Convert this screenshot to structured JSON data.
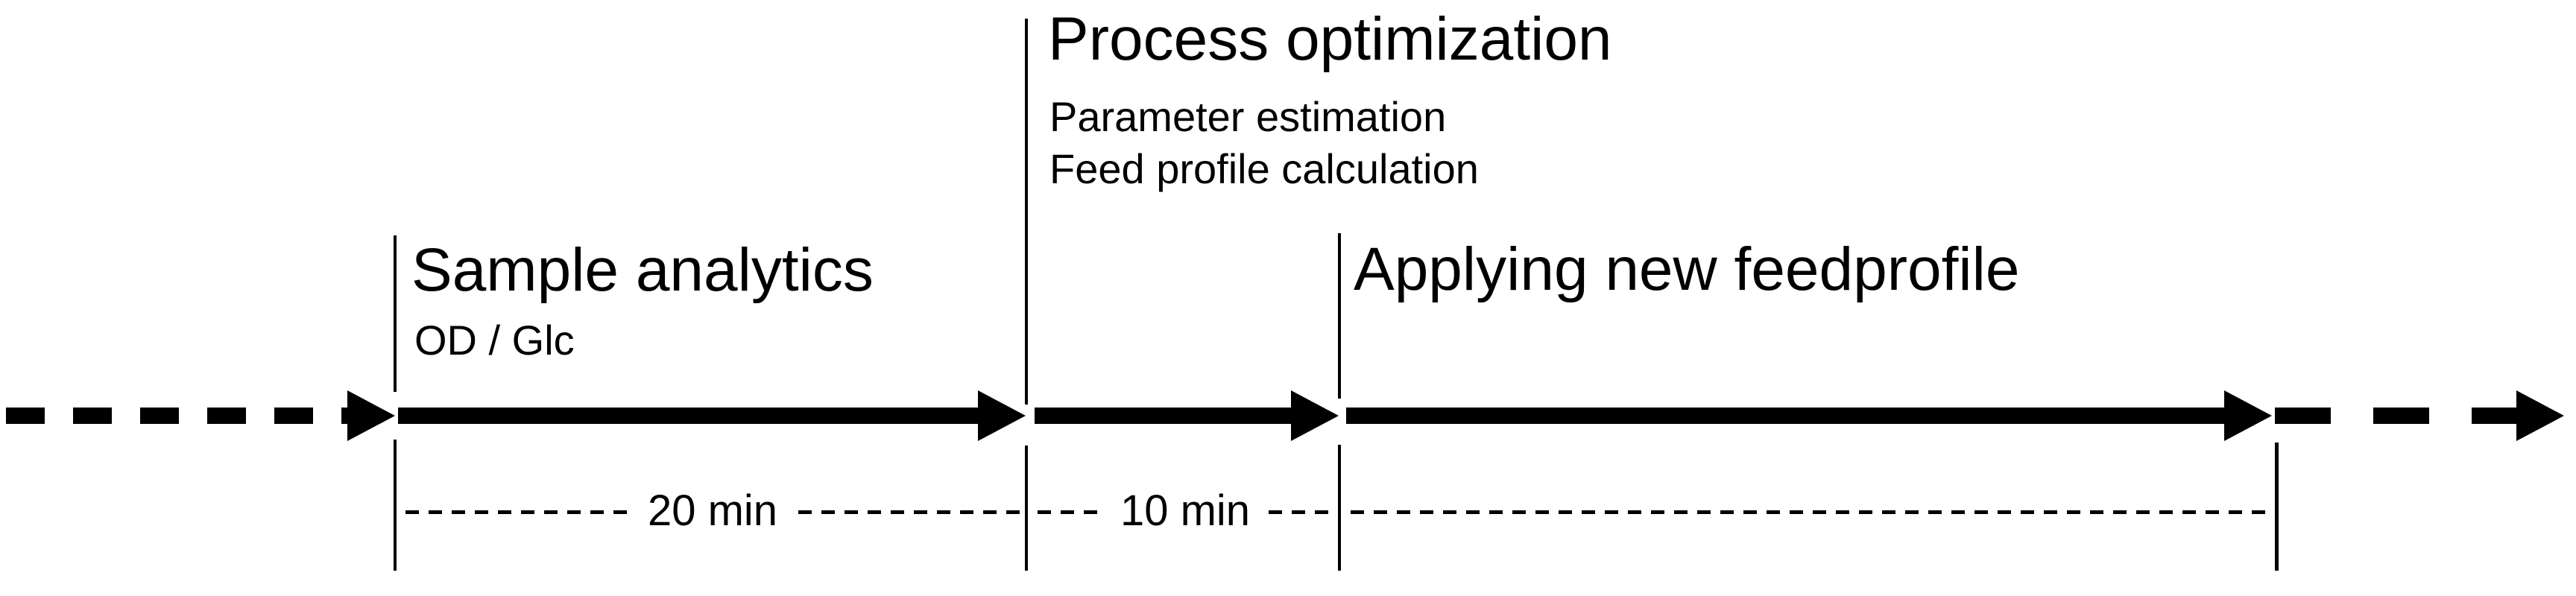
{
  "diagram": {
    "background": "#ffffff",
    "ink": "#000000",
    "stages": [
      {
        "title": "Sample analytics",
        "details": [
          "OD / Glc"
        ],
        "duration": "20 min"
      },
      {
        "title": "Process optimization",
        "details": [
          "Parameter estimation",
          "Feed profile calculation"
        ],
        "duration": "10 min"
      },
      {
        "title": "Applying new feedprofile",
        "details": [],
        "duration": ""
      }
    ]
  }
}
